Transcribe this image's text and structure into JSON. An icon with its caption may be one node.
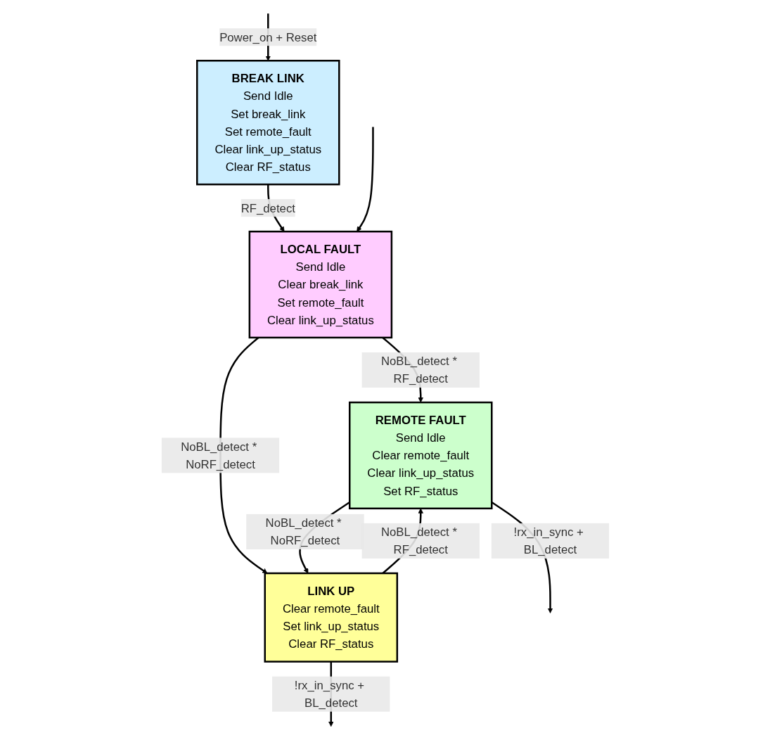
{
  "diagram": {
    "nodes": [
      {
        "text": [
          "BREAK LINK",
          "Send Idle",
          "Set break_link",
          "Set remote_fault",
          "Clear link_up_status",
          "Clear RF_status"
        ]
      },
      {
        "text": [
          "LOCAL FAULT",
          "Send Idle",
          "Clear break_link",
          "Set remote_fault",
          "Clear link_up_status"
        ]
      },
      {
        "text": [
          "REMOTE FAULT",
          "Send Idle",
          "Clear remote_fault",
          "Clear link_up_status",
          "Set RF_status"
        ]
      },
      {
        "text": [
          "LINK UP",
          "Clear remote_fault",
          "Set link_up_status",
          "Clear RF_status"
        ]
      }
    ],
    "edges": [
      {
        "from": null,
        "to": 0,
        "arrow": "to",
        "label": "Power_on + Reset"
      },
      {
        "from": 0,
        "to": 1,
        "arrow": "to",
        "label": "RF_detect"
      },
      {
        "from": null,
        "to": 1,
        "arrow": "to"
      },
      {
        "from": 1,
        "to": 2,
        "arrow": "to",
        "label": "NoBL_detect * RF_detect"
      },
      {
        "from": 1,
        "to": 3,
        "arrow": "to",
        "label": "NoBL_detect * NoRF_detect"
      },
      {
        "from": 2,
        "to": null,
        "arrow": "to",
        "label": "!rx_in_sync + BL_detect"
      },
      {
        "from": 2,
        "to": 3,
        "arrow": "to",
        "label": "NoBL_detect * NoRF_detect"
      },
      {
        "from": 3,
        "to": 2,
        "arrow": "to",
        "label": "NoBL_detect * RF_detect"
      },
      {
        "from": 3,
        "to": null,
        "arrow": "to",
        "label": "!rx_in_sync + BL_detect"
      }
    ]
  }
}
